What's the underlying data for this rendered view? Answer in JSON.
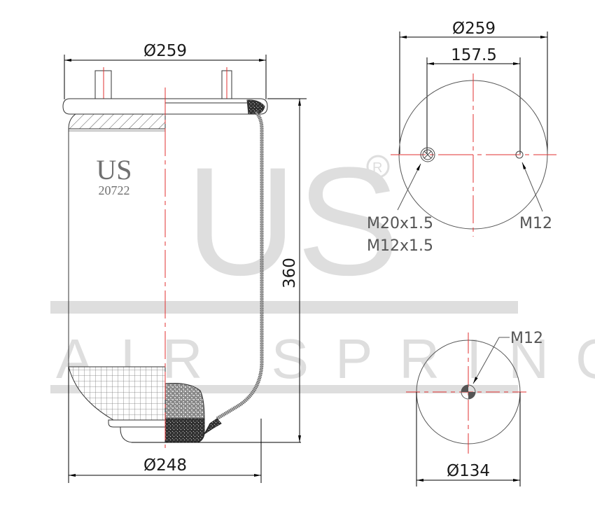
{
  "watermark": {
    "logo": "US",
    "registered": "®",
    "tagline": "AIR SPRING",
    "color": "#dcdcdc"
  },
  "part": {
    "brand": "US",
    "number": "20722"
  },
  "side_view": {
    "top_diameter": "Ø259",
    "bottom_diameter": "Ø248",
    "height": "360"
  },
  "top_view": {
    "diameter": "Ø259",
    "stud_spacing": "157.5",
    "thread_left_1": "M20x1.5",
    "thread_left_2": "M12x1.5",
    "thread_right": "M12"
  },
  "bottom_view": {
    "diameter": "Ø134",
    "thread": "M12"
  },
  "colors": {
    "centerline": "#e03030",
    "outline": "#333333",
    "dimension": "#000000"
  }
}
